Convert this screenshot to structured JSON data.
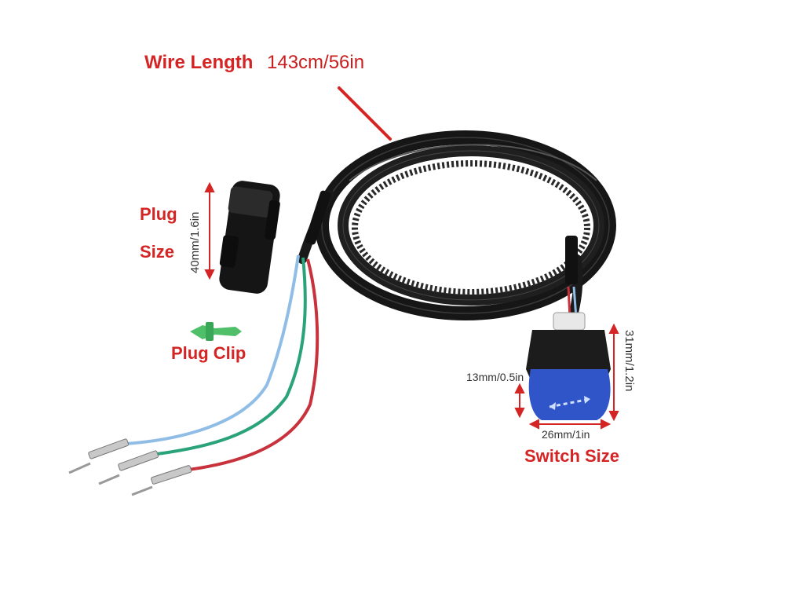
{
  "labels": {
    "wire_length_label": "Wire Length",
    "wire_length_value": "143cm/56in",
    "plug_size_line1": "Plug",
    "plug_size_line2": "Size",
    "plug_dimension": "40mm/1.6in",
    "plug_clip": "Plug Clip",
    "switch_size": "Switch Size",
    "switch_depth": "13mm/0.5in",
    "switch_height": "31mm/1.2in",
    "switch_width": "26mm/1in"
  },
  "colors": {
    "label_red": "#d42424",
    "cable_black": "#1a1a1a",
    "wire_blue": "#8fbde6",
    "wire_green": "#2aa37a",
    "wire_red": "#c8323c",
    "switch_blue": "#2f55c8",
    "clip_green": "#4fbf6a"
  }
}
